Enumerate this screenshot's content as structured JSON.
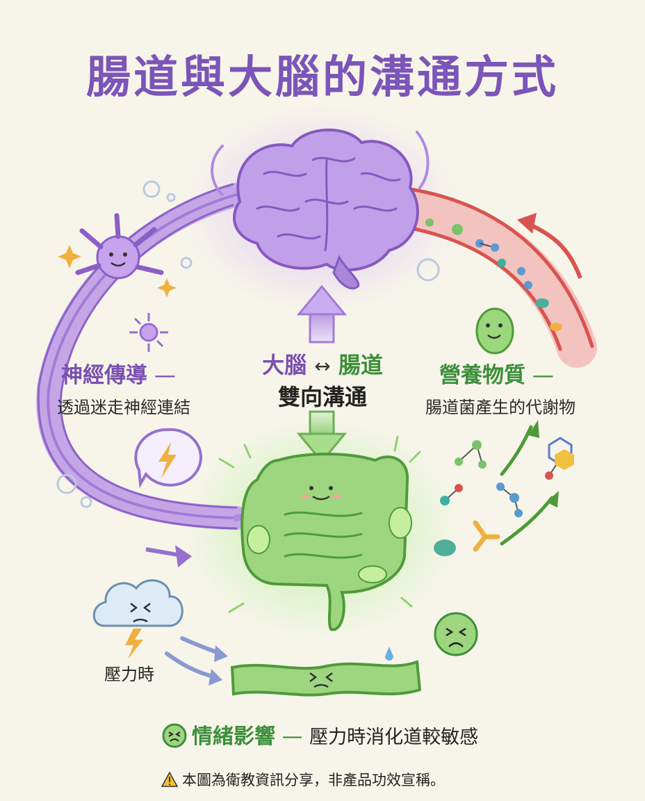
{
  "title": "腸道與大腦的溝通方式",
  "center": {
    "brain": "大腦",
    "arrow": "↔",
    "gut": "腸道",
    "subtitle": "雙向溝通"
  },
  "nerve": {
    "title": "神經傳導",
    "dash": " —",
    "subtitle": "透過迷走神經連結"
  },
  "nutrient": {
    "title": "營養物質",
    "dash": " —",
    "subtitle": "腸道菌產生的代謝物"
  },
  "stress_label": "壓力時",
  "emotion": {
    "title": "情緒影響",
    "dash": " — ",
    "subtitle": "壓力時消化道較敏感"
  },
  "disclaimer": "本圖為衛教資訊分享，非產品功效宣稱。",
  "colors": {
    "purple": "#7b55b8",
    "green": "#3c8f3a",
    "red": "#d9534f",
    "background": "#f7f5ea"
  },
  "icons": [
    "brain-icon",
    "intestine-icon",
    "neuron-icon",
    "bacteria-icon",
    "lightning-bubble-icon",
    "storm-cloud-icon",
    "sad-face-icon",
    "warning-icon",
    "molecule-icon"
  ]
}
